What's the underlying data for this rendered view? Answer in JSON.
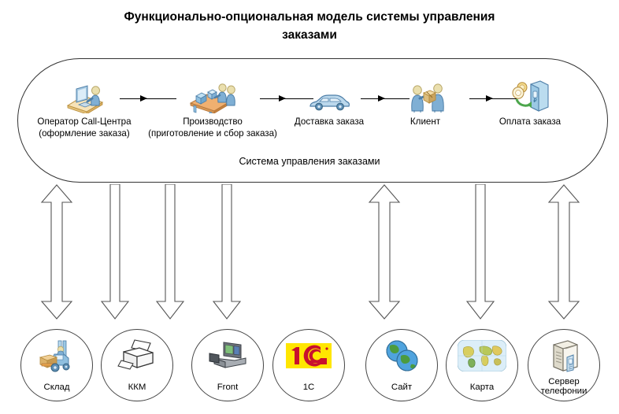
{
  "title": {
    "line1": "Функционально-опциональная модель системы управления",
    "line2": "заказами"
  },
  "system_container": {
    "label": "Система управления заказами"
  },
  "process_flow": {
    "steps": [
      {
        "icon": "call-center-operator-icon",
        "label_line1": "Оператор Call-Центра",
        "label_line2": "(оформление заказа)"
      },
      {
        "icon": "production-workers-icon",
        "label_line1": "Производство",
        "label_line2": "(приготовление и сбор заказа)"
      },
      {
        "icon": "delivery-car-icon",
        "label_line1": "Доставка заказа",
        "label_line2": ""
      },
      {
        "icon": "client-handover-icon",
        "label_line1": "Клиент",
        "label_line2": ""
      },
      {
        "icon": "payment-terminal-icon",
        "label_line1": "Оплата заказа",
        "label_line2": ""
      }
    ],
    "connector": "right-arrow"
  },
  "systems": [
    {
      "icon": "warehouse-forklift-icon",
      "label_line1": "Склад",
      "label_line2": "",
      "link": "bidirectional"
    },
    {
      "icon": "receipt-printer-icon",
      "label_line1": "ККМ",
      "label_line2": "",
      "link": "down"
    },
    {
      "icon": "pos-terminal-icon",
      "label_line1": "Front",
      "label_line2": "",
      "link": "down"
    },
    {
      "icon": "1c-logo-icon",
      "label_line1": "1С",
      "label_line2": "",
      "link": "down"
    },
    {
      "icon": "globe-website-icon",
      "label_line1": "Сайт",
      "label_line2": "",
      "link": "bidirectional"
    },
    {
      "icon": "world-map-icon",
      "label_line1": "Карта",
      "label_line2": "",
      "link": "down"
    },
    {
      "icon": "telephony-server-icon",
      "label_line1": "Сервер",
      "label_line2": "телефонии",
      "link": "bidirectional"
    }
  ],
  "colors": {
    "outline": "#333333",
    "arrow_outline": "#555555",
    "icon_blue": "#7FAFD4",
    "icon_blue_dark": "#4E7FA8",
    "icon_skin": "#E8D8A8",
    "icon_orange": "#E8A44C",
    "logo_1c_bg": "#FFE600",
    "logo_1c_fg": "#C8102E",
    "globe_green": "#4C9B3F",
    "globe_blue": "#2E7FC4",
    "map_water": "#CFE8F5",
    "map_land": "#D8CE5E",
    "payment_green": "#4CA64C"
  }
}
